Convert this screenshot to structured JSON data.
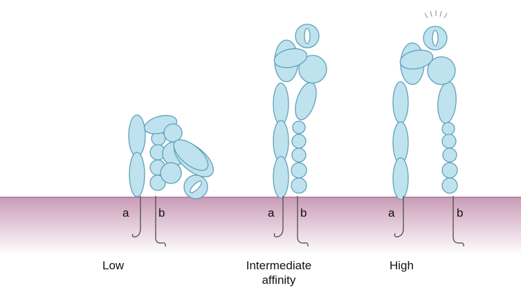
{
  "colors": {
    "domain_fill": "#bfe2ef",
    "domain_stroke": "#5f9fb8",
    "membrane_top": "#c89ab6",
    "membrane_bottom": "#ffffff",
    "tail": "#555555"
  },
  "conformations": [
    {
      "chain_a": "a",
      "chain_b": "b",
      "caption": "Low",
      "caption_line2": ""
    },
    {
      "chain_a": "a",
      "chain_b": "b",
      "caption": "Intermediate",
      "caption_line2": "affinity"
    },
    {
      "chain_a": "a",
      "chain_b": "b",
      "caption": "High",
      "caption_line2": ""
    }
  ]
}
